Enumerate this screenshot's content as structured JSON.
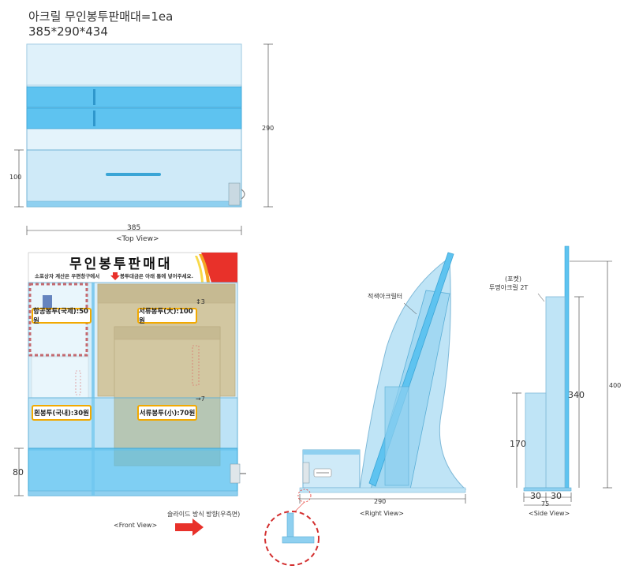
{
  "title": "아크릴 무인봉투판매대=1ea",
  "dimensions": "385*290*434",
  "top_view": {
    "label": "<Top View>",
    "width": "385",
    "depth": "290",
    "drawer_depth": "100"
  },
  "front_view": {
    "label": "<Front View>",
    "banner_title": "무인봉투판매대",
    "banner_subtitle_left": "소포상자 계산은 우편창구에서",
    "banner_subtitle_right": "봉투대금은 아래 통에 넣어주세요.",
    "tags": [
      "항공봉투(국제):50원",
      "서류봉투(大):100원",
      "흰봉투(국내):30원",
      "서류봉투(小):70원"
    ],
    "count_top": "3",
    "count_mid": "7",
    "height_bottom": "80",
    "slide_note": "슬라이드 방식 방향(우측면)"
  },
  "right_view": {
    "label": "<Right View>",
    "material": "적색아크릴터",
    "depth": "290"
  },
  "side_view": {
    "label": "<Side View>",
    "pocket_label": "(포켓)",
    "pocket_material": "투명아크릴 2T",
    "height_total": "400",
    "height_pocket": "340",
    "height_lower": "170",
    "width_a": "30",
    "width_b": "30",
    "width_total": "75"
  },
  "colors": {
    "acrylic_light": "#d6eefa",
    "acrylic_mid": "#8fd0f0",
    "acrylic_blue": "#5ec3f0",
    "kraft": "#d8be84",
    "tag_border": "#f2a900",
    "accent_red": "#e8312a"
  }
}
